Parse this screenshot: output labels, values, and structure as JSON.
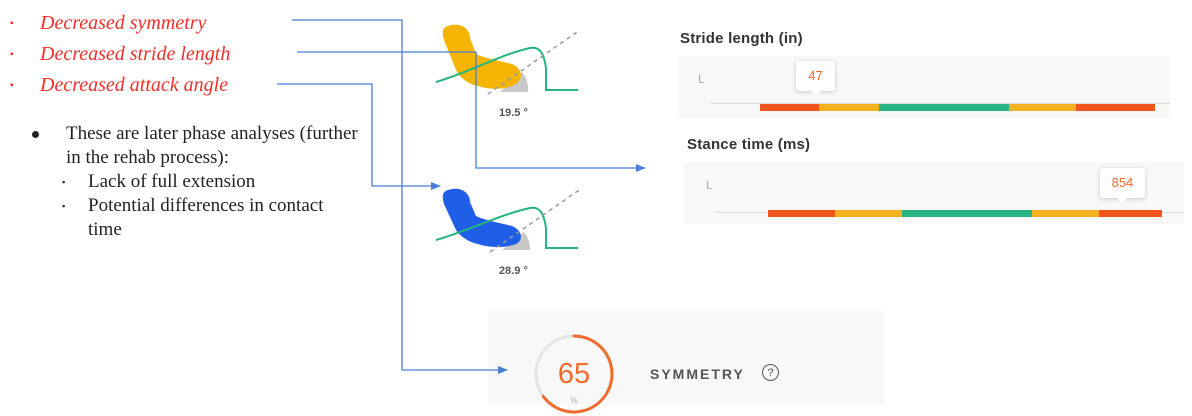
{
  "red_bullets": [
    "Decreased symmetry",
    "Decreased stride length",
    "Decreased attack angle"
  ],
  "phase_note": {
    "intro": "These are later phase analyses (further in the rehab process):",
    "items": [
      "Lack of full extension",
      "Potential differences in contact time"
    ]
  },
  "foot_angles": {
    "top": {
      "value": "19.5 °",
      "color": "#f5b400"
    },
    "bottom": {
      "value": "28.9 °",
      "color": "#1f5fe8"
    }
  },
  "stride_length": {
    "title": "Stride length (in)",
    "side": "L",
    "value": "47",
    "bands": [
      {
        "color": "#f2541d",
        "fraction": 0.15
      },
      {
        "color": "#f5b21f",
        "fraction": 0.15
      },
      {
        "color": "#27b481",
        "fraction": 0.33
      },
      {
        "color": "#f5b21f",
        "fraction": 0.17
      },
      {
        "color": "#f2541d",
        "fraction": 0.2
      }
    ],
    "marker_fraction": 0.14
  },
  "stance_time": {
    "title": "Stance time (ms)",
    "side": "L",
    "value": "854",
    "bands": [
      {
        "color": "#f2541d",
        "fraction": 0.17
      },
      {
        "color": "#f5b21f",
        "fraction": 0.17
      },
      {
        "color": "#27b481",
        "fraction": 0.33
      },
      {
        "color": "#f5b21f",
        "fraction": 0.17
      },
      {
        "color": "#f2541d",
        "fraction": 0.16
      }
    ],
    "marker_fraction": 0.9
  },
  "symmetry": {
    "value": "65",
    "unit": "%",
    "label": "SYMMETRY",
    "help_glyph": "?",
    "fraction": 0.65,
    "accent": "#f26a2c"
  },
  "colors": {
    "red_text": "#f0302a",
    "arrow": "#4a7fd6",
    "gauge_track": "#e5e5e5"
  }
}
